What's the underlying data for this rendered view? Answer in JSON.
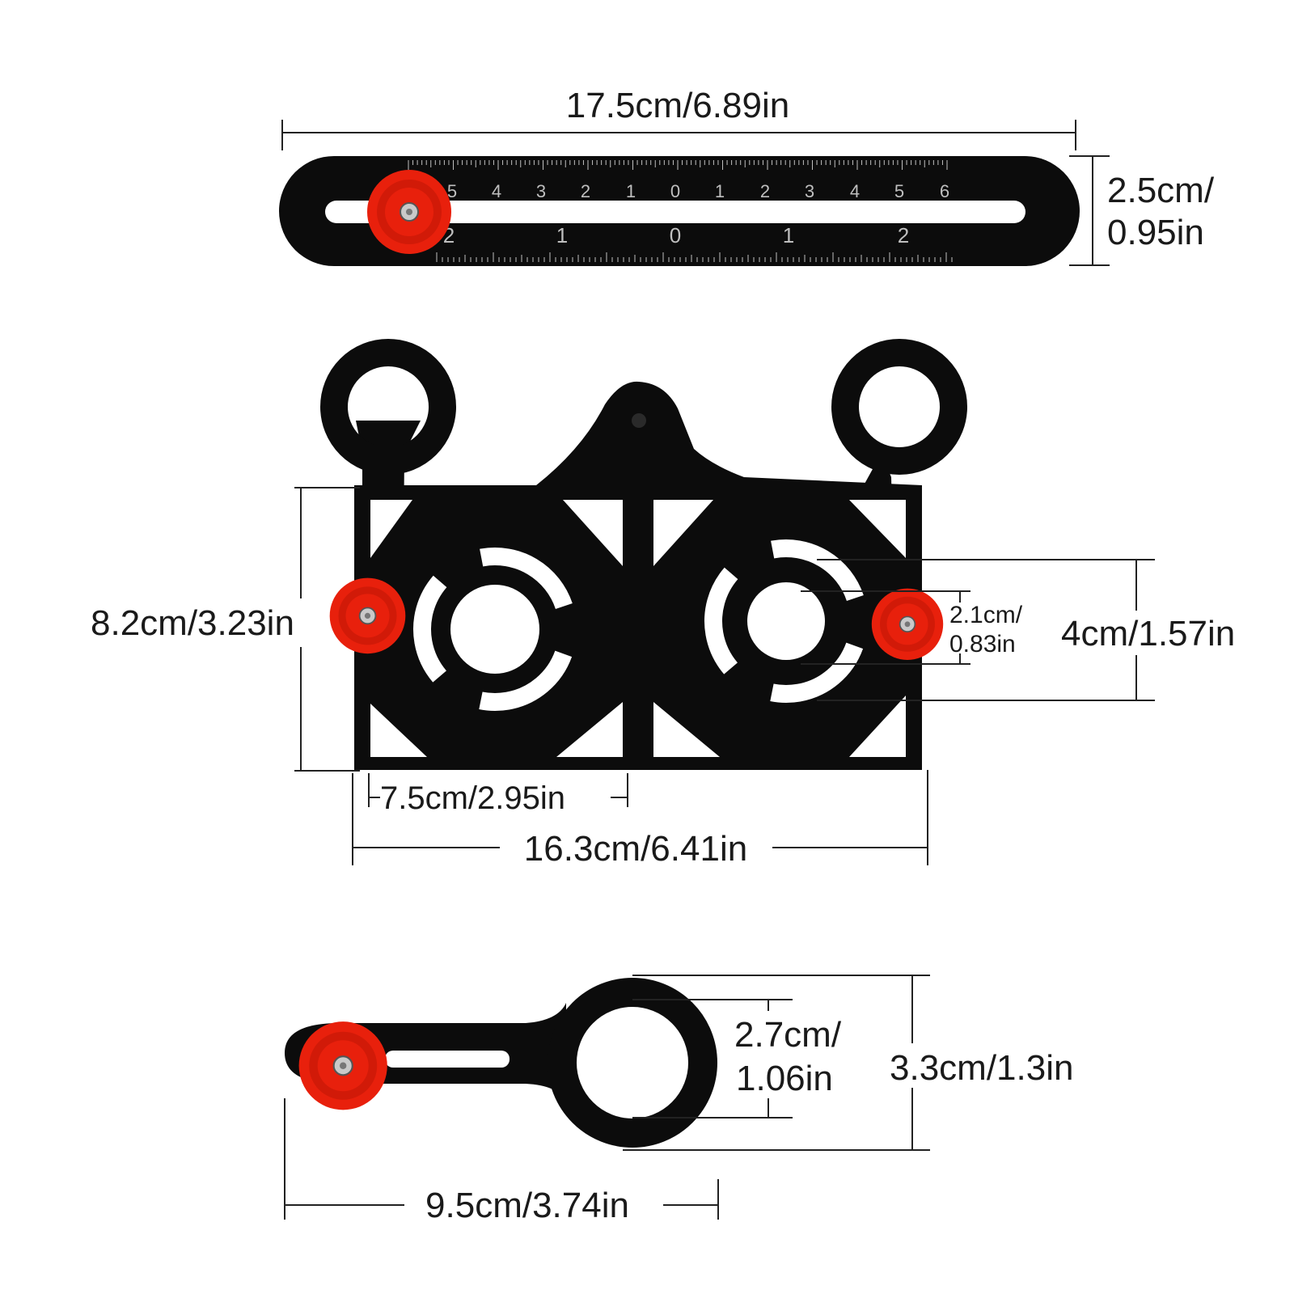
{
  "colors": {
    "tool": "#0c0c0c",
    "knob": "#e8200c",
    "knob_dark": "#a81406",
    "bolt": "#c9c9c9",
    "scale": "#bfbfbf",
    "line": "#222222",
    "background": "#ffffff"
  },
  "icons": {
    "knob": "red-thumb-screw-icon"
  },
  "ruler": {
    "length_label": "17.5cm/6.89in",
    "height_label_1": "2.5cm/",
    "height_label_2": "0.95in",
    "top_scale": [
      "5",
      "4",
      "3",
      "2",
      "1",
      "0",
      "1",
      "2",
      "3",
      "4",
      "5",
      "6"
    ],
    "bottom_scale": [
      "2",
      "1",
      "0",
      "1",
      "2"
    ]
  },
  "plate": {
    "height_label": "8.2cm/3.23in",
    "hole_label_1": "2.1cm/",
    "hole_label_2": "0.83in",
    "ring_label": "4cm/1.57in",
    "spacing_label": "7.5cm/2.95in",
    "width_label": "16.3cm/6.41in"
  },
  "arm": {
    "inner_label_1": "2.7cm/",
    "inner_label_2": "1.06in",
    "outer_label": "3.3cm/1.3in",
    "length_label": "9.5cm/3.74in"
  }
}
